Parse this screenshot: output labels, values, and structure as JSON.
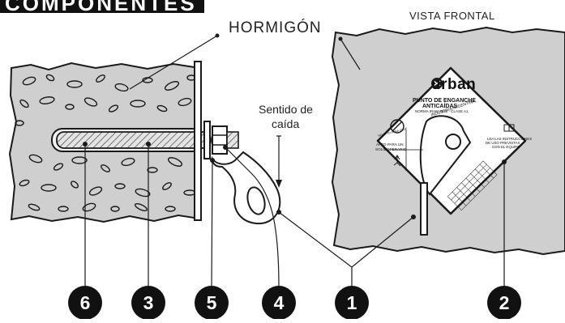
{
  "title": "COMPONENTES",
  "labels": {
    "hormigon": "HORMIGÓN",
    "vista_frontal": "VISTA FRONTAL",
    "sentido_line1": "Sentido de",
    "sentido_line2": "caída"
  },
  "plate": {
    "brand": "urban",
    "line1": "PUNTO DE ENGANCHE",
    "line2": "ANTICAÍDAS",
    "line3": "NORMA IRAM 3630 - CLASE A1",
    "industria": "INDUSTRIA ARGENTINA",
    "no_apto": "NO APTO PARA IZAJE",
    "apto_line1": "APTO PARA UN",
    "apto_line2": "SOLO OPERARIO",
    "lea_line1": "LEA LAS INSTRUCCIONES",
    "lea_line2": "DE USO PREVISTAS",
    "lea_line3": "CON EL EQUIPO"
  },
  "callouts": [
    "6",
    "3",
    "5",
    "4",
    "1",
    "2"
  ],
  "colors": {
    "title_bg": "#111111",
    "concrete": "#cfcfcf",
    "plate": "#ffffff",
    "ink": "#1a1a1a"
  }
}
